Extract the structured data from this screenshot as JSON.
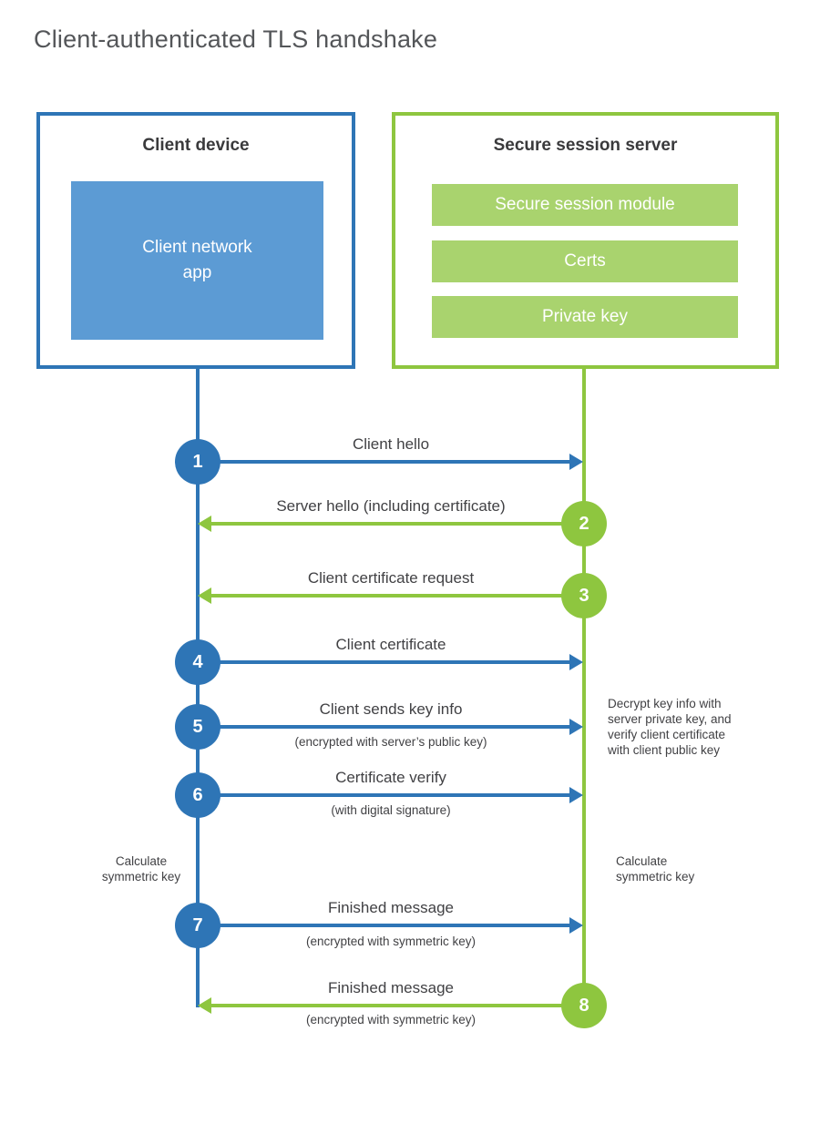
{
  "title": "Client-authenticated TLS handshake",
  "client_box": {
    "title": "Client device",
    "app": "Client network\napp"
  },
  "server_box": {
    "title": "Secure session server",
    "modules": [
      "Secure session module",
      "Certs",
      "Private key"
    ]
  },
  "messages": [
    {
      "num": "1",
      "label": "Client hello",
      "sub": "",
      "direction": "client-to-server"
    },
    {
      "num": "2",
      "label": "Server hello (including certificate)",
      "sub": "",
      "direction": "server-to-client"
    },
    {
      "num": "3",
      "label": "Client certificate request",
      "sub": "",
      "direction": "server-to-client"
    },
    {
      "num": "4",
      "label": "Client certificate",
      "sub": "",
      "direction": "client-to-server"
    },
    {
      "num": "5",
      "label": "Client sends key info",
      "sub": "(encrypted with server’s public key)",
      "direction": "client-to-server"
    },
    {
      "num": "6",
      "label": "Certificate verify",
      "sub": "(with digital signature)",
      "direction": "client-to-server"
    },
    {
      "num": "7",
      "label": "Finished message",
      "sub": "(encrypted with symmetric key)",
      "direction": "client-to-server"
    },
    {
      "num": "8",
      "label": "Finished message",
      "sub": "(encrypted with symmetric key)",
      "direction": "server-to-client"
    }
  ],
  "annotations": {
    "server_note": "Decrypt key info with\nserver private key, and\nverify client certificate\nwith client public key",
    "client_calc": "Calculate\nsymmetric key",
    "server_calc": "Calculate\nsymmetric key"
  },
  "colors": {
    "client_accent": "#2E75B6",
    "client_fill": "#5C9BD4",
    "server_accent": "#8EC63F",
    "server_fill": "#A9D36E",
    "text": "#414144"
  }
}
